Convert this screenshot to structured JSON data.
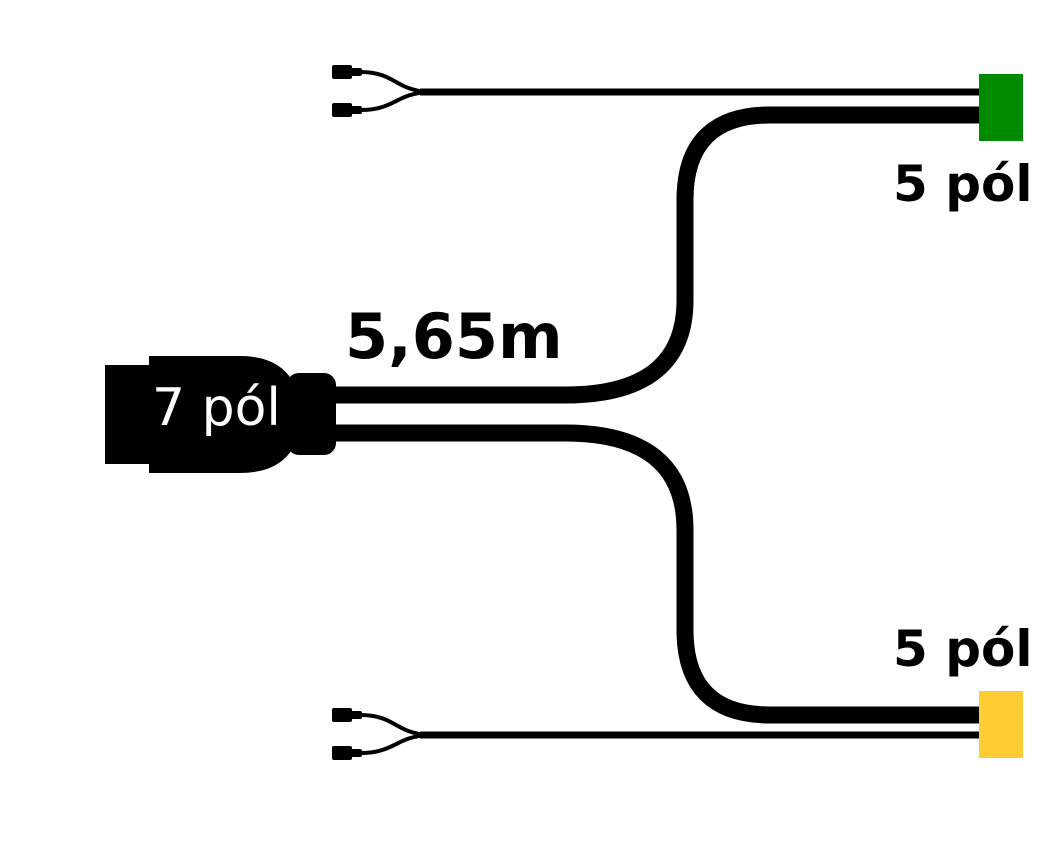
{
  "labels": {
    "main_plug": "7 pól",
    "cable_length": "5,65m",
    "top_connector": "5 pól",
    "bottom_connector": "5 pól"
  },
  "colors": {
    "cable": "#000000",
    "top_connector": "#008a00",
    "bottom_connector": "#ffcc33"
  },
  "icons": [
    "7-pin-plug-icon",
    "5-pin-connector-icon",
    "wire-terminal-icon"
  ]
}
